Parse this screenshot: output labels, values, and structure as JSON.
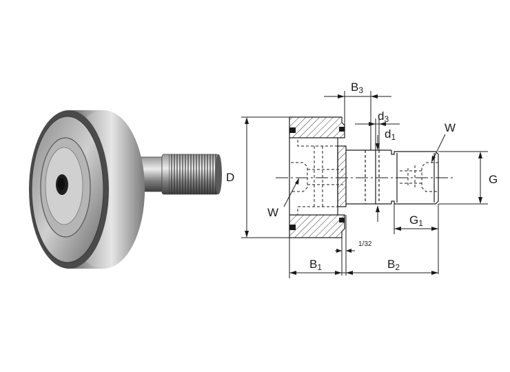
{
  "labels": {
    "B3": "B",
    "B3_sub": "3",
    "d3": "d",
    "d3_sub": "3",
    "d1": "d",
    "d1_sub": "1",
    "W_right": "W",
    "W_left": "W",
    "D": "D",
    "G": "G",
    "G1": "G",
    "G1_sub": "1",
    "fraction": "1/32",
    "B1": "B",
    "B1_sub": "1",
    "B2": "B",
    "B2_sub": "2"
  },
  "colors": {
    "line": "#1a1a1a",
    "hatch": "#333333",
    "steel_dark": "#3c3c3c",
    "steel_light": "#d9d9d9"
  }
}
